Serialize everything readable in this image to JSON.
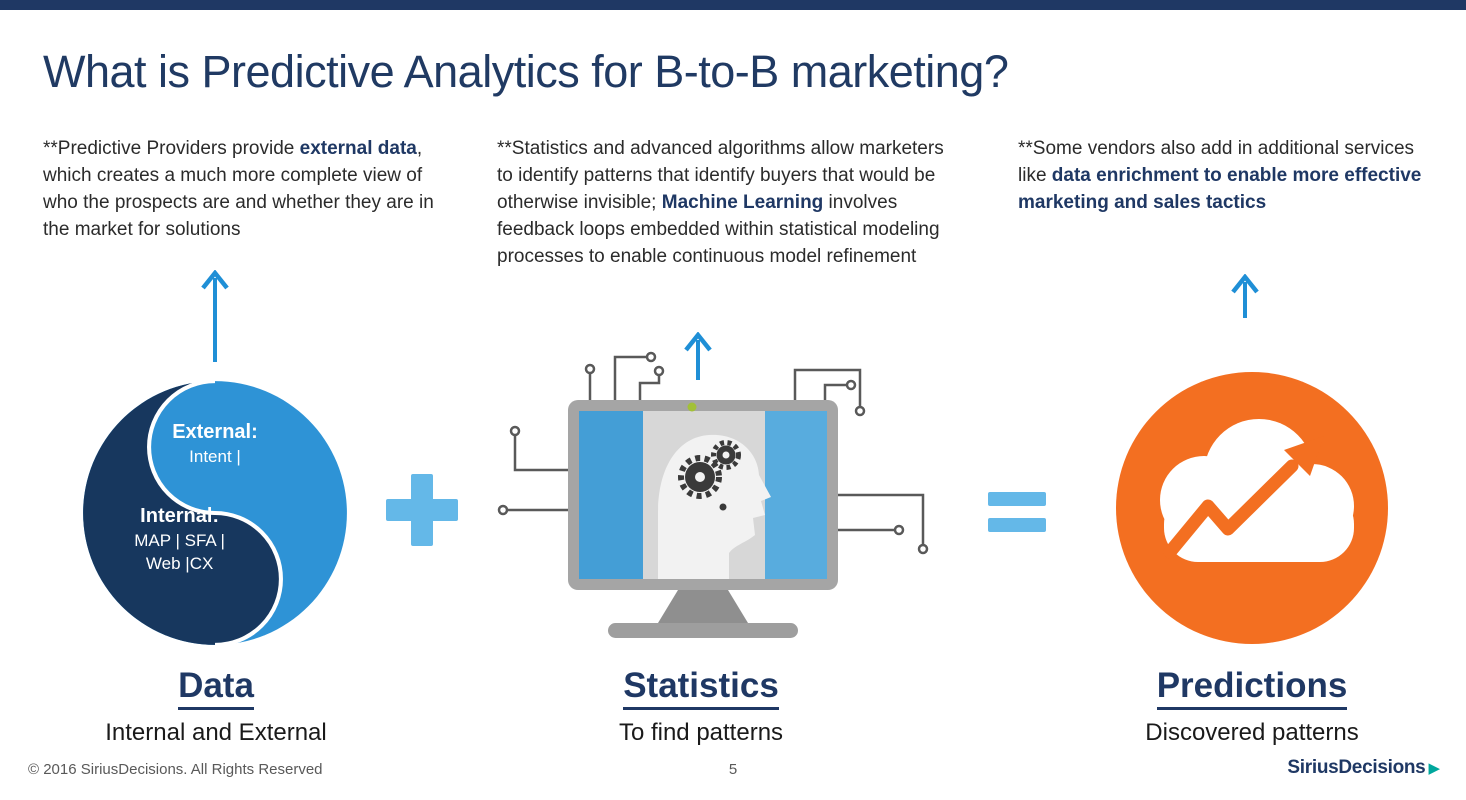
{
  "slide": {
    "title": "What is Predictive Analytics for B-to-B marketing?",
    "page_number": "5",
    "copyright": "© 2016 SiriusDecisions. All Rights Reserved",
    "brand": "SiriusDecisions"
  },
  "palette": {
    "navy": "#1F3864",
    "arrow_blue": "#1F8FD6",
    "operator_light_blue": "#64B8E8",
    "venn_dark": "#17375E",
    "venn_blue": "#2E93D6",
    "screen_blue": "#449ED6",
    "orange": "#F36F21",
    "monitor_gray": "#A5A5A5",
    "brand_arrow_teal": "#00A79D"
  },
  "icons": {
    "plus": "plus-icon",
    "equals": "equals-icon",
    "up_arrow": "arrow-up-icon",
    "venn": "yin-yang-data-graphic",
    "monitor": "monitor-brain-graphic",
    "cloud": "cloud-trend-graphic",
    "brand_arrow": "brand-arrow-icon"
  },
  "columns": [
    {
      "id": "data",
      "note_segments": [
        {
          "text": "**Predictive Providers provide ",
          "bold": false
        },
        {
          "text": "external data",
          "bold": true
        },
        {
          "text": ", which creates a much more complete view of who the prospects are and whether they are in the market for solutions",
          "bold": false
        }
      ],
      "heading": "Data",
      "subheading": "Internal and External"
    },
    {
      "id": "statistics",
      "note_segments": [
        {
          "text": "**Statistics  and advanced algorithms allow marketers to identify patterns that identify buyers that would be otherwise invisible; ",
          "bold": false
        },
        {
          "text": "Machine Learning",
          "bold": true
        },
        {
          "text": " involves feedback loops embedded within statistical modeling processes to enable continuous model refinement",
          "bold": false
        }
      ],
      "heading": "Statistics",
      "subheading": "To find patterns"
    },
    {
      "id": "predictions",
      "note_segments": [
        {
          "text": "**Some vendors also add in additional services like ",
          "bold": false
        },
        {
          "text": "data enrichment to enable more effective marketing and sales tactics",
          "bold": true
        }
      ],
      "heading": "Predictions",
      "subheading": "Discovered patterns"
    }
  ],
  "venn": {
    "external_label": "External:",
    "external_value": "Intent |",
    "internal_label": "Internal:",
    "internal_value_line1": "MAP | SFA |",
    "internal_value_line2": "Web |CX"
  }
}
